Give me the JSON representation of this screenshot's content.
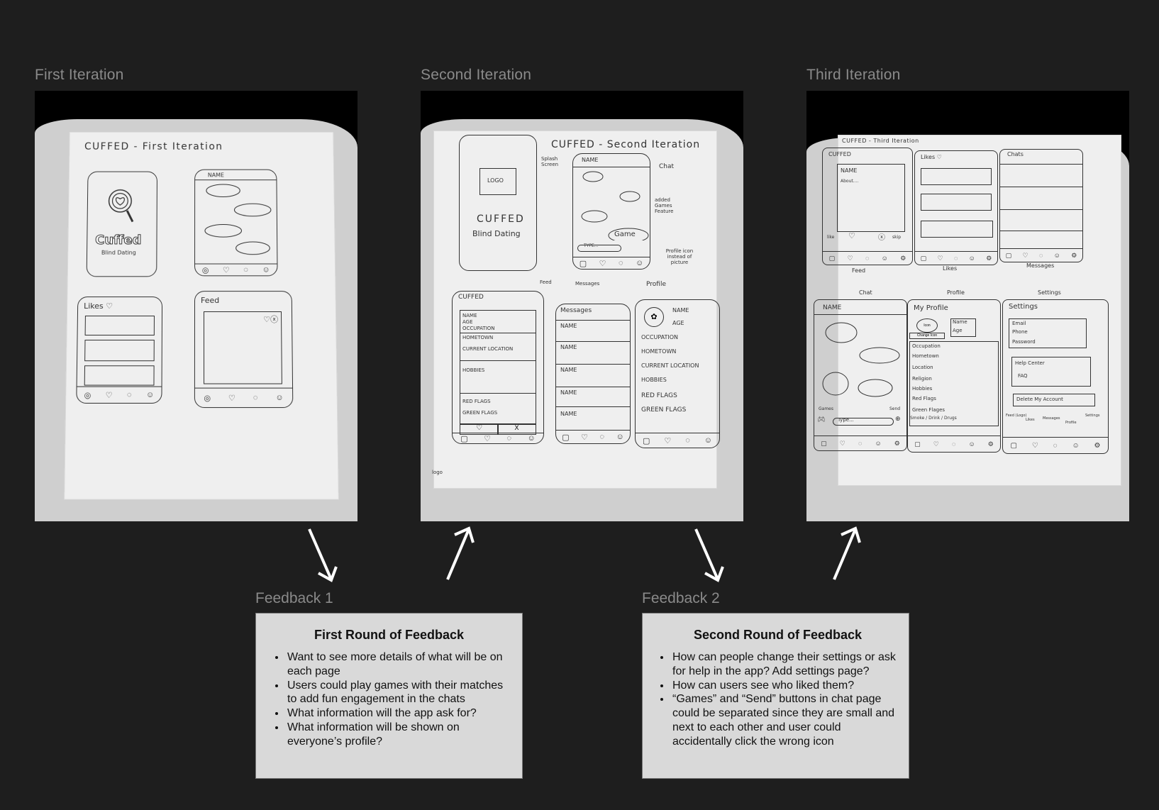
{
  "canvas": {
    "background": "#1e1e1e",
    "label_color": "#8a8a8a",
    "card_color": "#d9d9d9"
  },
  "iterations": [
    {
      "label": "First Iteration",
      "sheet_title": "CUFFED - First Iteration",
      "screens": {
        "splash": {
          "logo_text": "Cuffed",
          "tagline": "Blind Dating"
        },
        "chat": {
          "header": "NAME"
        },
        "likes": {
          "title": "Likes ♡"
        },
        "feed": {
          "title": "Feed"
        }
      }
    },
    {
      "label": "Second Iteration",
      "sheet_title": "CUFFED - Second Iteration",
      "annotations": {
        "splash": "Splash Screen",
        "chat": "Chat",
        "games": "added Games Feature",
        "profile_icon": "Profile icon instead of picture",
        "feed": "Feed",
        "messages": "Messages",
        "profile": "Profile",
        "logo": "logo"
      },
      "screens": {
        "splash": {
          "logo_box": "LOGO",
          "app_name": "CUFFED",
          "tagline": "Blind Dating"
        },
        "chat": {
          "header": "NAME",
          "game_bubble": "Game",
          "input_placeholder": "TYPE..."
        },
        "feed": {
          "header": "CUFFED",
          "fields": [
            "NAME",
            "AGE",
            "OCCUPATION",
            "HOMETOWN",
            "CURRENT LOCATION",
            "HOBBIES",
            "RED FLAGS",
            "GREEN FLAGS"
          ],
          "like": "♡",
          "skip": "X"
        },
        "messages": {
          "header": "Messages",
          "rows": [
            "NAME",
            "NAME",
            "NAME",
            "NAME",
            "NAME"
          ]
        },
        "profile": {
          "fields": [
            "NAME",
            "AGE",
            "OCCUPATION",
            "HOMETOWN",
            "CURRENT LOCATION",
            "HOBBIES",
            "RED FLAGS",
            "GREEN FLAGS"
          ]
        }
      }
    },
    {
      "label": "Third Iteration",
      "sheet_title": "CUFFED - Third Iteration",
      "captions": [
        "Feed",
        "Likes",
        "Messages",
        "Chat",
        "Profile",
        "Settings"
      ],
      "screens": {
        "feed": {
          "header": "CUFFED",
          "name": "NAME",
          "about": "About....",
          "like": "like",
          "skip": "skip"
        },
        "likes": {
          "header": "Likes ♡"
        },
        "chats": {
          "header": "Chats"
        },
        "chat": {
          "header": "NAME",
          "games": "Games",
          "send": "Send",
          "input_placeholder": "Type..."
        },
        "profile": {
          "header": "My Profile",
          "icon": "Icon",
          "change_icon": "Change Icon",
          "name": "Name",
          "age": "Age",
          "fields": [
            "Occupation",
            "Hometown",
            "Location",
            "Religion",
            "Hobbies",
            "Red Flags",
            "Green Flages",
            "Smoke / Drink / Drugs"
          ]
        },
        "settings": {
          "header": "Settings",
          "account": [
            "Email",
            "Phone",
            "Password"
          ],
          "help": [
            "Help Center",
            "FAQ"
          ],
          "delete": "Delete My Account",
          "nav_legend": [
            "Feed (Logo)",
            "Likes",
            "Messages",
            "Profile",
            "Settings"
          ]
        }
      }
    }
  ],
  "feedback": [
    {
      "label": "Feedback 1",
      "title": "First Round of Feedback",
      "items": [
        "Want to see more details of what will be on each page",
        "Users could play games with their matches to add fun engagement in the chats",
        "What information will the app ask for?",
        "What information will be shown on everyone’s profile?"
      ]
    },
    {
      "label": "Feedback 2",
      "title": "Second Round of Feedback",
      "items": [
        "How can people change their settings or ask for help in the app? Add settings page?",
        "How can users see who liked them?",
        "“Games” and “Send” buttons in chat page could be separated since they are small and next to each other and user could accidentally click the wrong icon"
      ]
    }
  ],
  "icons": {
    "nav": [
      "feed-icon",
      "heart-icon",
      "chat-bubble-icon",
      "profile-icon",
      "gear-icon"
    ],
    "arrows": [
      "arrow-down-right",
      "arrow-up-right",
      "arrow-down-right",
      "arrow-up-right"
    ]
  }
}
